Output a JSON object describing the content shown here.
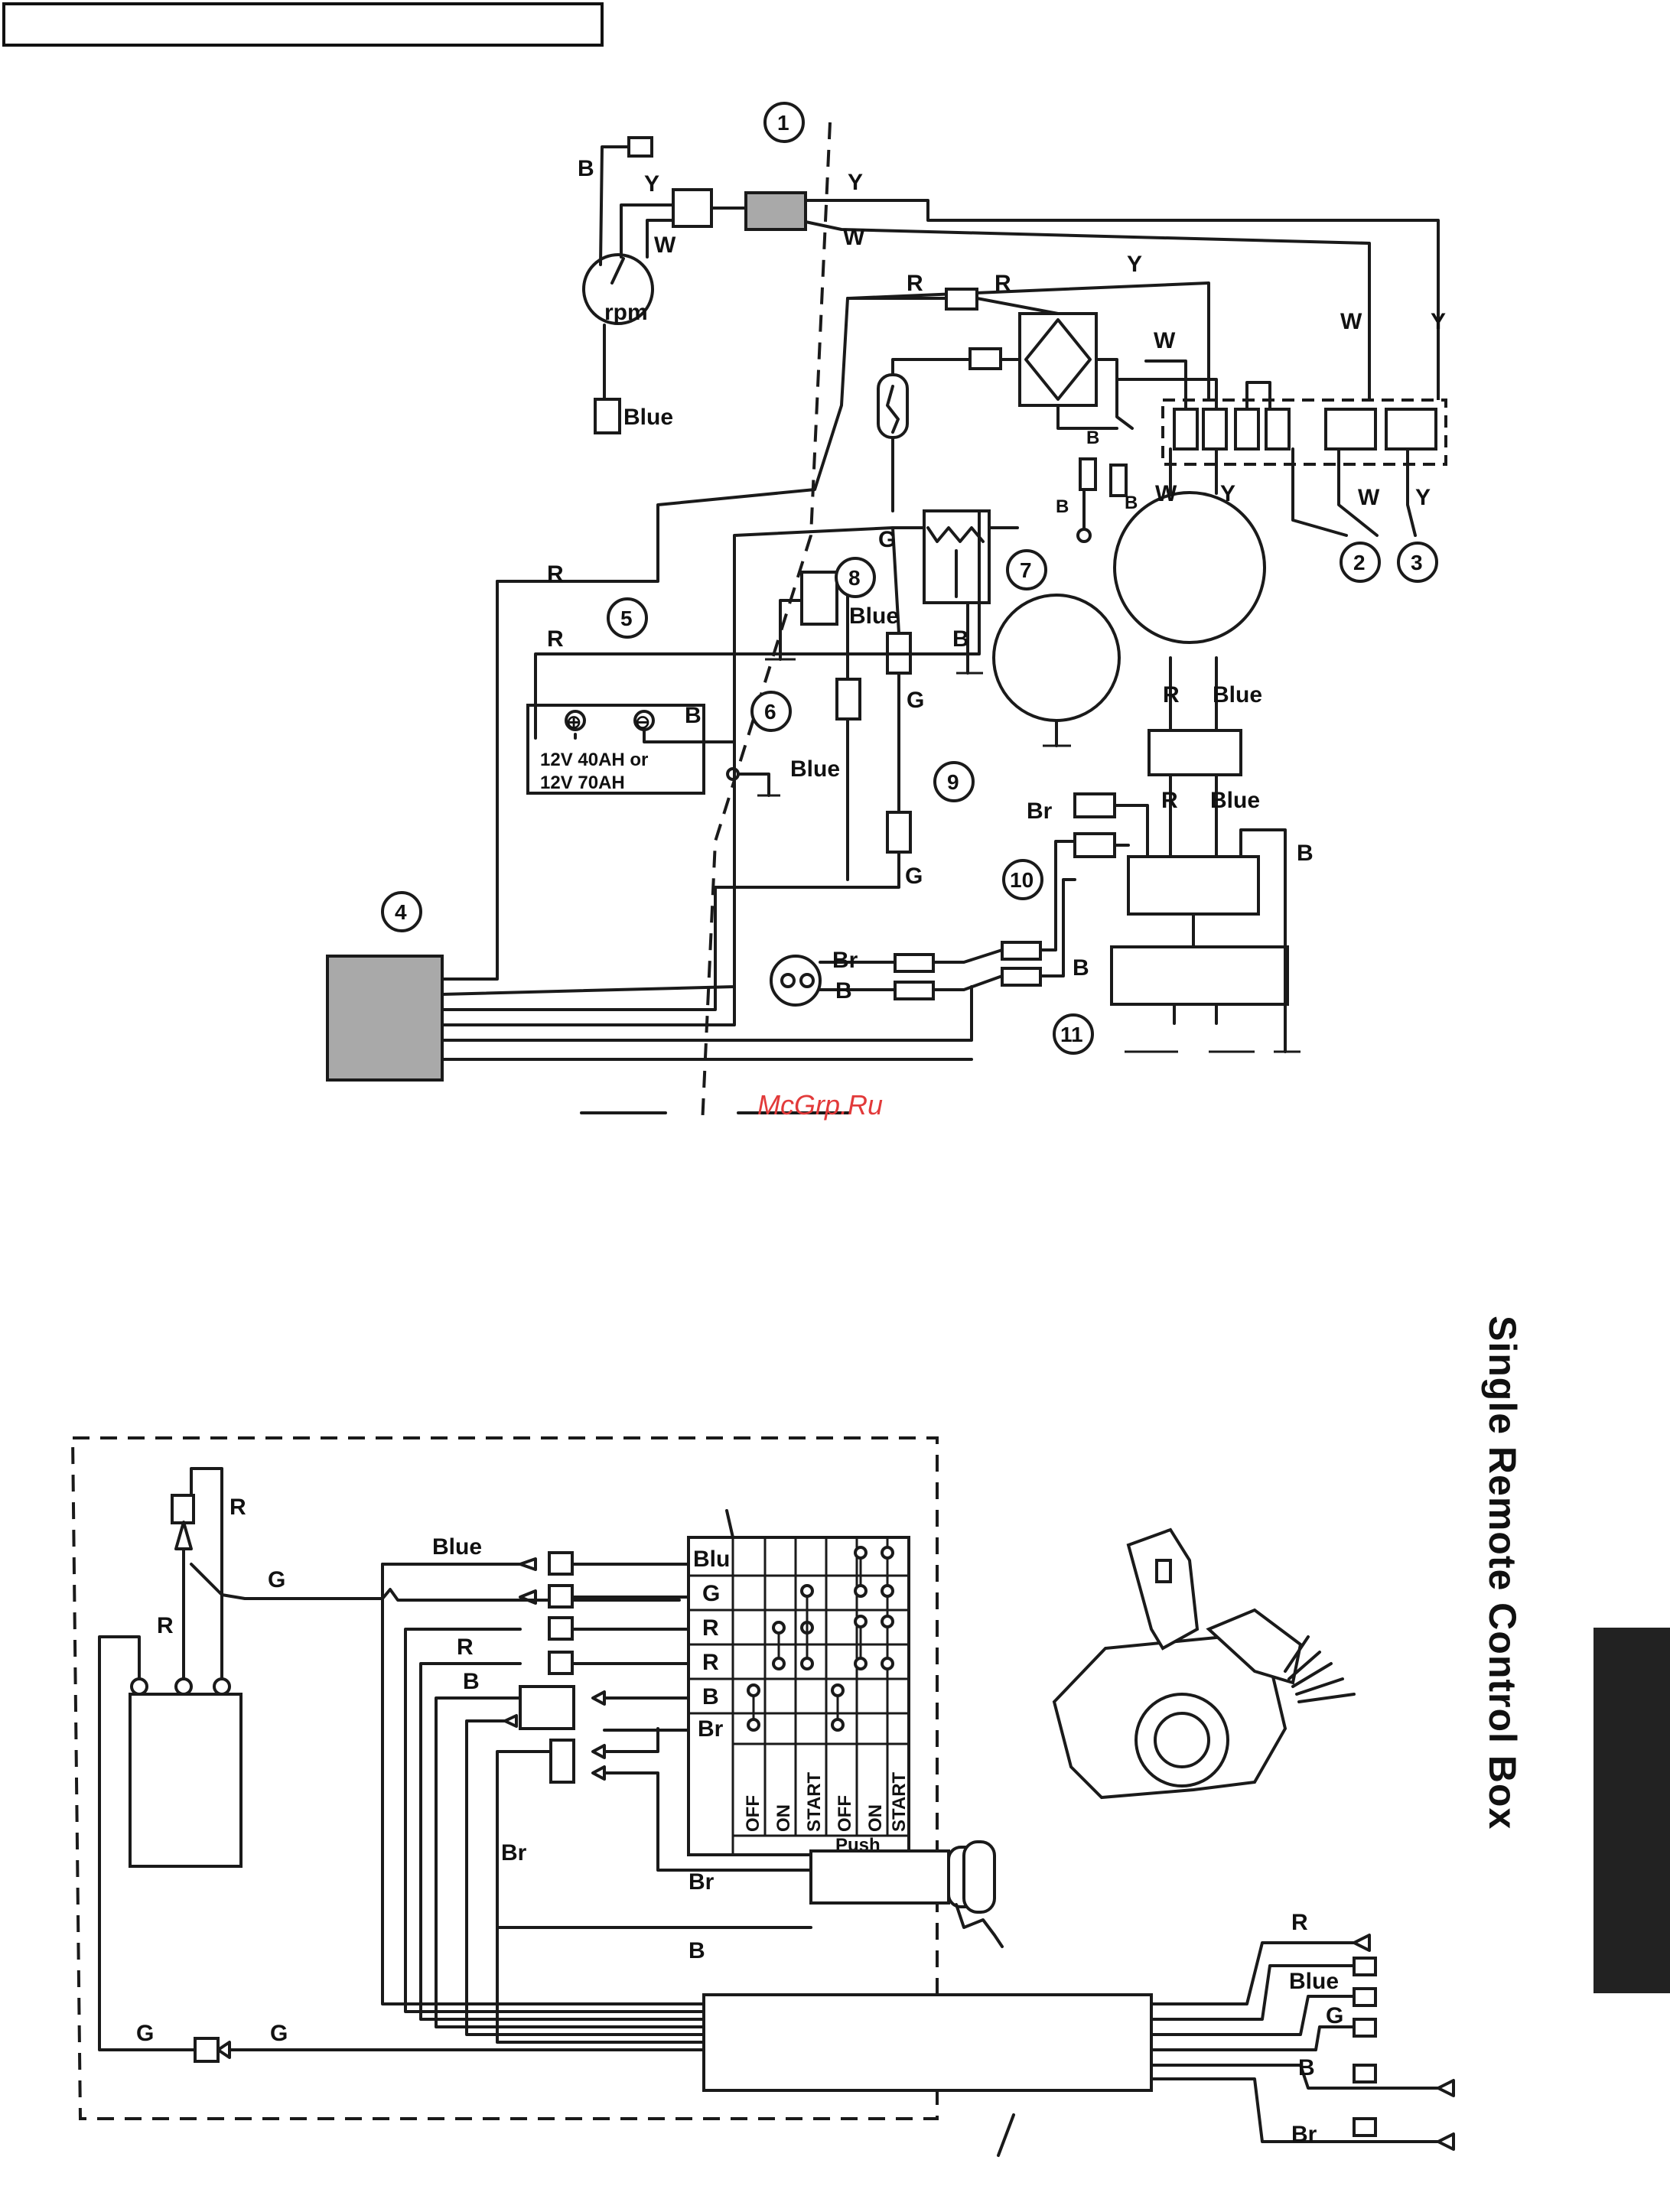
{
  "page": {
    "section_title": "Single Remote Control Box",
    "watermark": "McGrp.Ru"
  },
  "top_diagram": {
    "callouts": [
      "1",
      "2",
      "3",
      "4",
      "5",
      "6",
      "7",
      "8",
      "9",
      "10",
      "11"
    ],
    "gauge_label": "rpm",
    "battery_lines": [
      "12V 40AH or",
      "12V 70AH"
    ],
    "battery_terminals": {
      "plus": "⊕",
      "minus": "⊖"
    },
    "wire_labels": {
      "b1": "B",
      "y1": "Y",
      "w1": "W",
      "blue1": "Blue",
      "y2": "Y",
      "w2": "W",
      "r1": "R",
      "r2": "R",
      "y3": "Y",
      "w3": "W",
      "w4": "W",
      "y4": "Y",
      "b2": "B",
      "b3": "B",
      "b4": "B",
      "w5": "W",
      "y5": "Y",
      "w6": "W",
      "y6": "Y",
      "r3": "R",
      "r4": "R",
      "g1": "G",
      "blue2": "Blue",
      "b5": "B",
      "b6": "B",
      "blue3": "Blue",
      "g2": "G",
      "g3": "G",
      "r5": "R",
      "blue4": "Blue",
      "r6": "R",
      "blue5": "Blue",
      "br1": "Br",
      "b7": "B",
      "br2": "Br",
      "b8": "B",
      "b9": "B"
    }
  },
  "bottom_diagram": {
    "wire_labels": {
      "r1": "R",
      "r2": "R",
      "g1": "G",
      "blue1": "Blue",
      "r3": "R",
      "b1": "B",
      "br1": "Br",
      "br2": "Br",
      "b2": "B",
      "g2": "G",
      "g3": "G",
      "r4": "R",
      "blue2": "Blue",
      "g4": "G",
      "b3": "B",
      "br3": "Br"
    },
    "switch_table": {
      "rows": [
        "Blu",
        "G",
        "R",
        "R",
        "B",
        "Br"
      ],
      "positions": [
        "OFF",
        "ON",
        "START",
        "OFF",
        "ON",
        "START"
      ],
      "push_label": "Push"
    }
  }
}
